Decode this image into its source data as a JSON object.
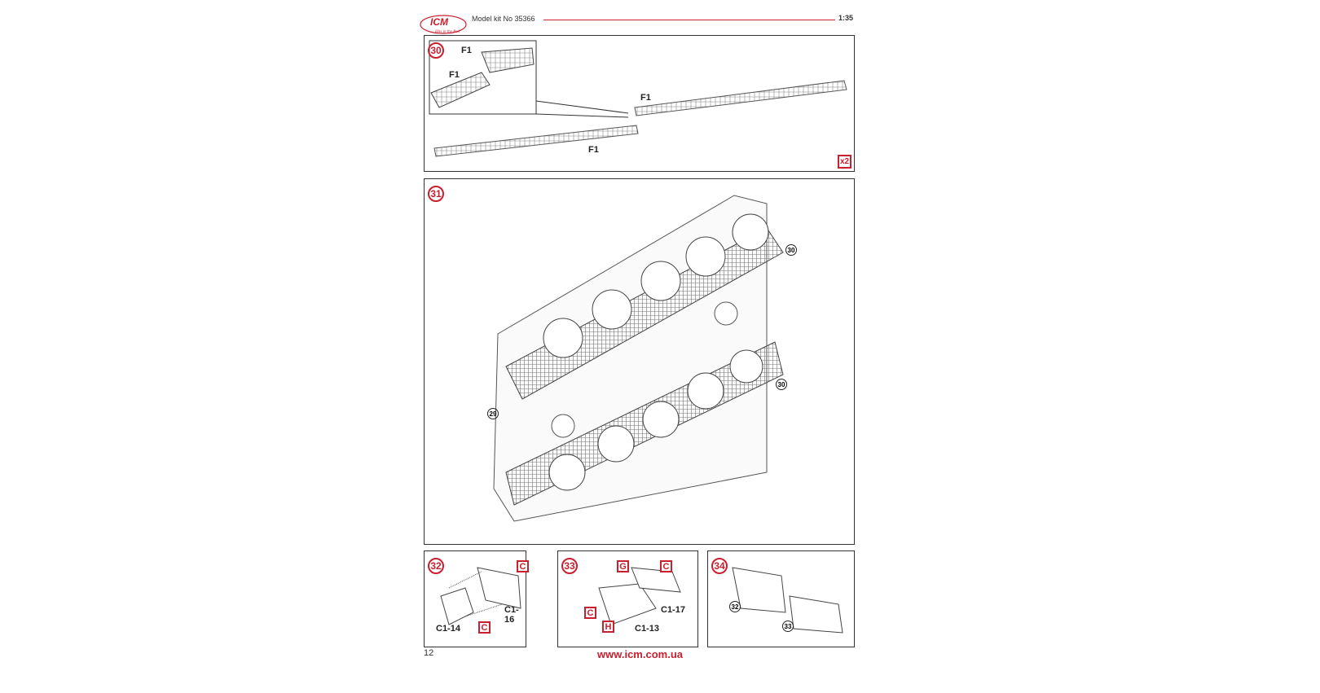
{
  "header": {
    "logo": "ICM",
    "logo_tagline": "Hits in the Red",
    "kit_label": "Model kit No 35366",
    "scale": "1:35"
  },
  "steps": [
    {
      "number": "30",
      "labels": [
        "F1",
        "F1",
        "F1",
        "F1"
      ],
      "multiplier": "x2"
    },
    {
      "number": "31",
      "refs": [
        "30",
        "30",
        "29"
      ]
    },
    {
      "number": "32",
      "labels": [
        "C1-16",
        "C1-14"
      ],
      "parts": [
        "C",
        "C"
      ]
    },
    {
      "number": "33",
      "labels": [
        "C1-17",
        "C1-13"
      ],
      "parts": [
        "G",
        "C",
        "C",
        "H"
      ]
    },
    {
      "number": "34",
      "refs": [
        "32",
        "33"
      ]
    }
  ],
  "footer": {
    "page": "12",
    "url": "www.icm.com.ua"
  },
  "colors": {
    "accent": "#c8202f"
  }
}
